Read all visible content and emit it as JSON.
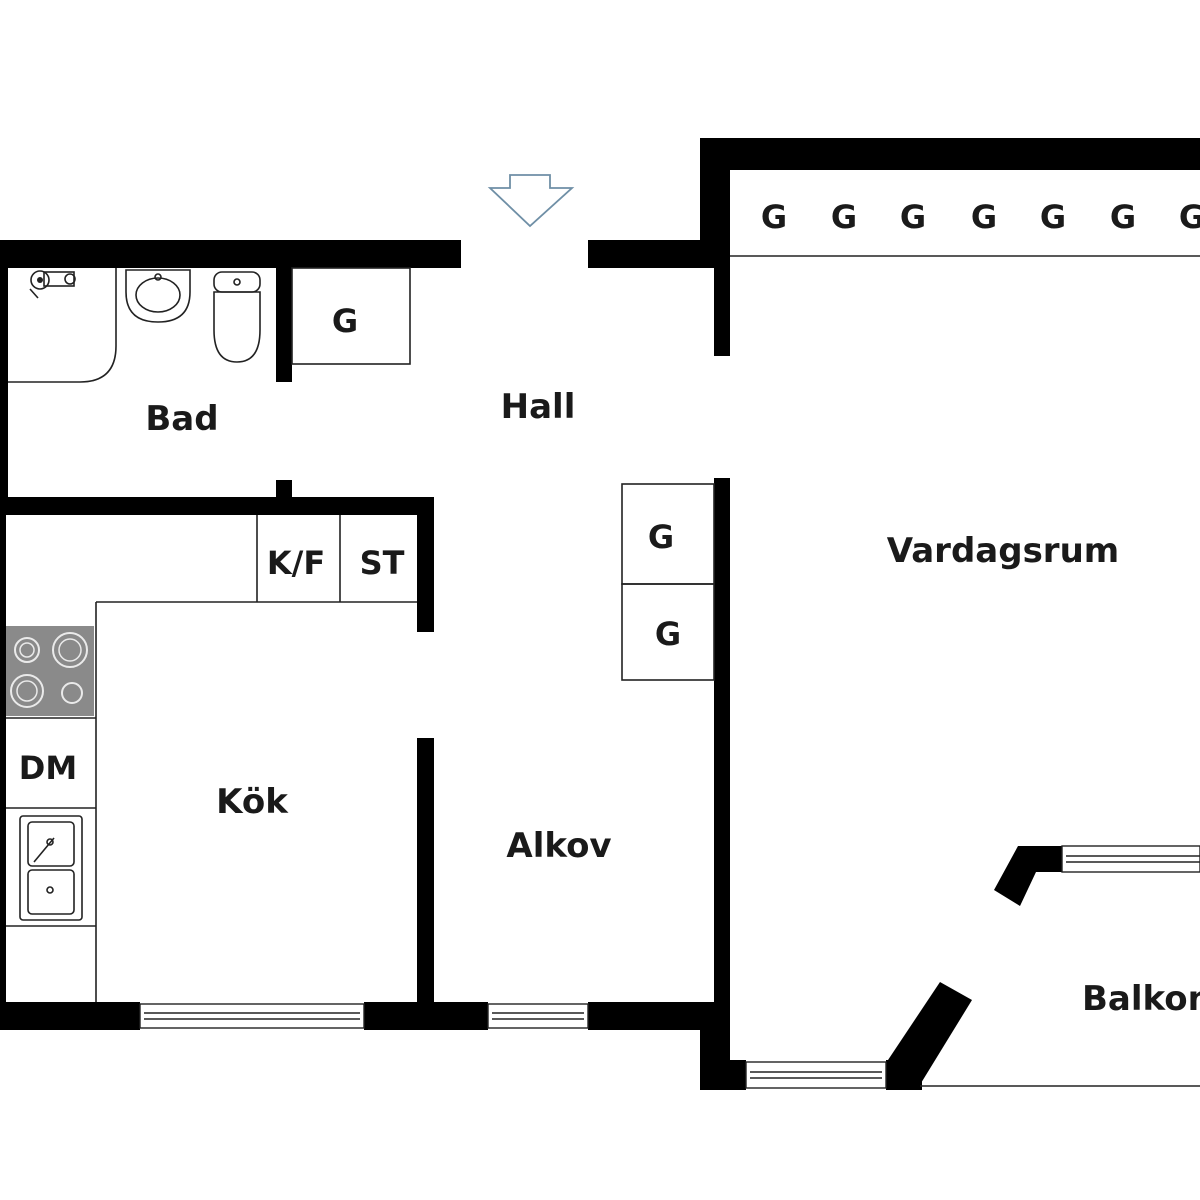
{
  "colors": {
    "wall": "#000000",
    "line": "#222222",
    "stove": "#8a8a8a",
    "entrance_arrow": "#6f8fa6",
    "background": "#ffffff"
  },
  "rooms": {
    "bad": "Bad",
    "hall": "Hall",
    "vardagsrum": "Vardagsrum",
    "kok": "Kök",
    "alkov": "Alkov",
    "balkong": "Balkong"
  },
  "closets": {
    "hall_closet": "G",
    "hall_wardrobe_1": "G",
    "hall_wardrobe_2": "G",
    "wardrobe_row": [
      "G",
      "G",
      "G",
      "G",
      "G",
      "G",
      "G"
    ]
  },
  "kitchen": {
    "fridge_freezer": "K/F",
    "storage": "ST",
    "dishwasher": "DM"
  },
  "icons": {
    "entrance": "entrance-arrow-icon",
    "shower": "shower-icon",
    "sink": "washbasin-icon",
    "toilet": "toilet-icon",
    "stove": "stove-icon",
    "kitchen_sink": "kitchen-sink-icon"
  }
}
